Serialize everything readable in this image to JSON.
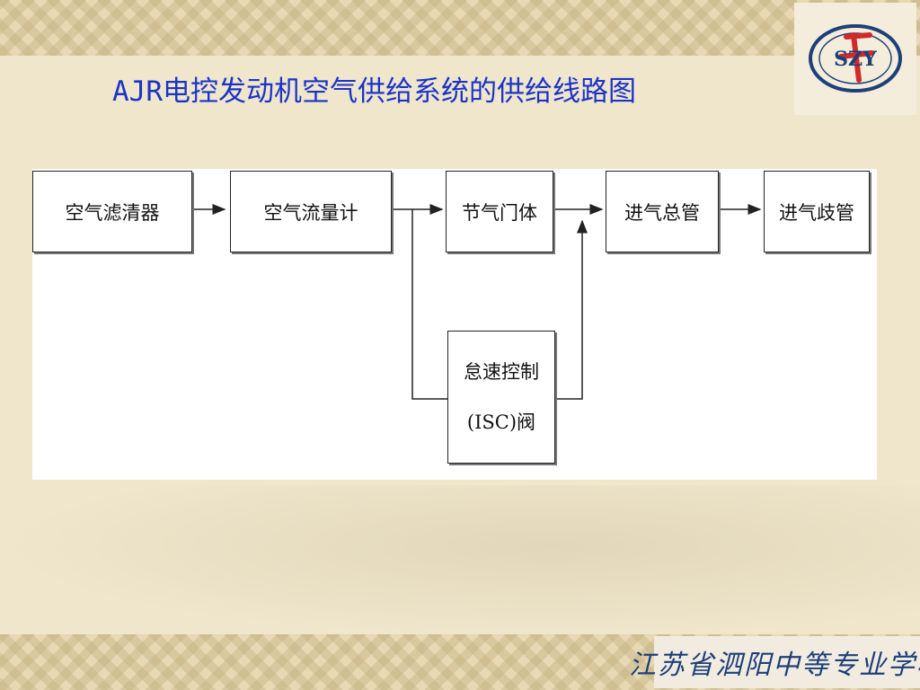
{
  "slide": {
    "title": "AJR电控发动机空气供给系统的供给线路图",
    "footer_text": "江苏省泗阳中等专业学校",
    "logo_text": "SZY"
  },
  "diagram": {
    "boxes": [
      {
        "id": "air-filter",
        "label": "空气滤清器"
      },
      {
        "id": "air-flow-meter",
        "label": "空气流量计"
      },
      {
        "id": "throttle-body",
        "label": "节气门体"
      },
      {
        "id": "intake-manifold-main",
        "label": "进气总管"
      },
      {
        "id": "intake-manifold-branch",
        "label": "进气歧管"
      },
      {
        "id": "isc-valve",
        "label_line1": "怠速控制",
        "label_line2": "(ISC)阀"
      }
    ],
    "colors": {
      "title": "#1b34c8",
      "box_border": "#222222",
      "line": "#222222"
    }
  }
}
